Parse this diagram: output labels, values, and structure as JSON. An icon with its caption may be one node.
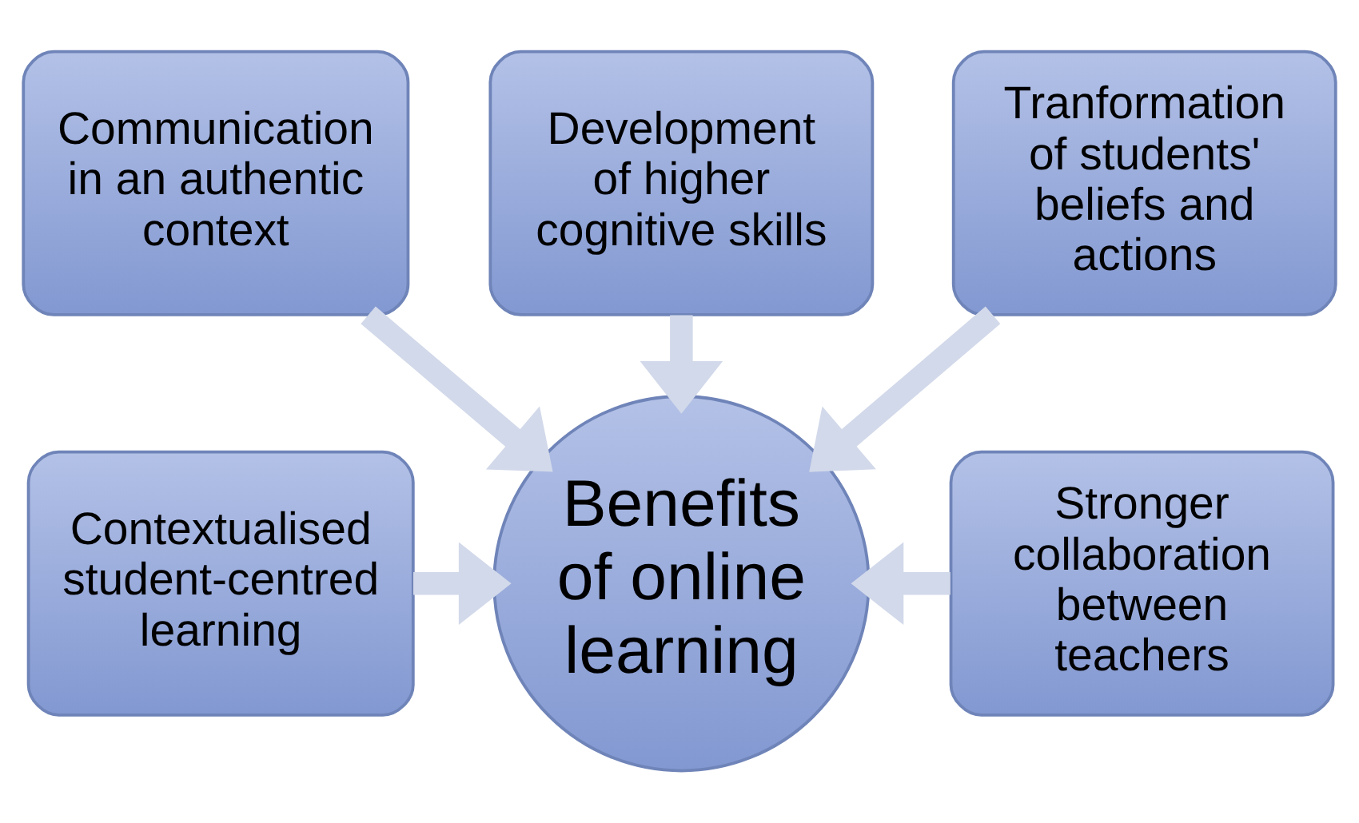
{
  "diagram": {
    "nodes": [
      {
        "text": [
          "Development of higher cognitive skills"
        ]
      },
      {
        "text": [
          "Communication in an authentic context"
        ]
      },
      {
        "text": [
          "Tranformation of students' beliefs and actions"
        ]
      },
      {
        "text": [
          "Contextualised student-centred learning"
        ]
      },
      {
        "text": [
          "Benefits of online learning"
        ]
      },
      {
        "text": [
          "Stronger collaboration between teachers"
        ]
      }
    ],
    "edges": [
      {
        "from": 0,
        "to": 4,
        "arrow": "to"
      },
      {
        "from": 1,
        "to": 4,
        "arrow": "to"
      },
      {
        "from": 2,
        "to": 4,
        "arrow": "to"
      },
      {
        "from": 3,
        "to": 4,
        "arrow": "to"
      },
      {
        "from": 5,
        "to": 4,
        "arrow": "to"
      }
    ]
  }
}
